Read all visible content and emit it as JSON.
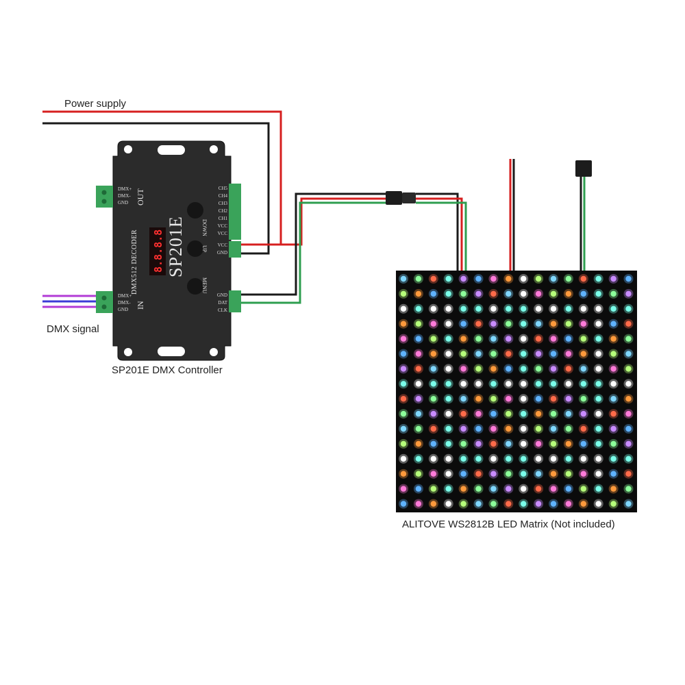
{
  "labels": {
    "power_supply": "Power supply",
    "dmx_signal": "DMX signal",
    "controller_caption": "SP201E DMX Controller",
    "matrix_caption": "ALITOVE WS2812B LED Matrix (Not included)"
  },
  "controller": {
    "model": "SP201E",
    "subtitle": "DMX512 DECODER",
    "display": "8.8.8.8",
    "out_label": "OUT",
    "in_label": "IN",
    "out_pins": [
      "DMX+",
      "DMX-",
      "GND"
    ],
    "in_pins": [
      "DMX+",
      "DMX-",
      "GND"
    ],
    "ch_pins": [
      "CH5",
      "CH4",
      "CH3",
      "CH2",
      "CH1",
      "VCC",
      "VCC"
    ],
    "pwr_pins": [
      "VCC",
      "GND"
    ],
    "data_pins": [
      "GND",
      "DAT",
      "CLK"
    ],
    "buttons": [
      "DOWN",
      "UP",
      "MENU"
    ]
  },
  "matrix": {
    "rows": 16,
    "cols": 16
  },
  "colors": {
    "wire_red": "#d61f1f",
    "wire_black": "#1a1a1a",
    "wire_green": "#2e9e4f",
    "wire_blue": "#3b3bd6",
    "wire_purple": "#b23bd6",
    "controller_body": "#2b2b2b",
    "terminal_green": "#3aa35a"
  }
}
